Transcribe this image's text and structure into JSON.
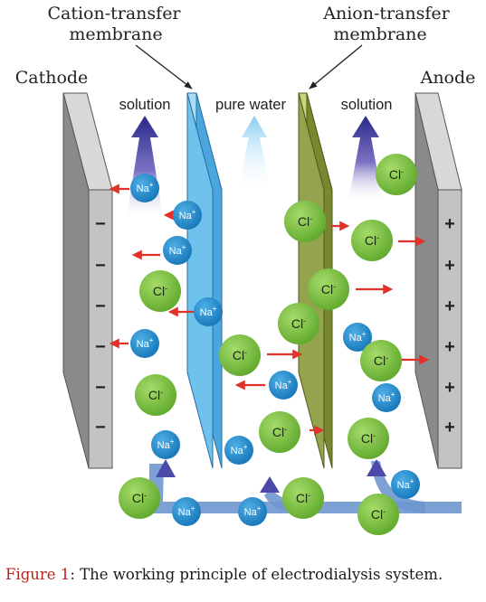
{
  "labels": {
    "cation_membrane_line1": "Cation-transfer",
    "cation_membrane_line2": "membrane",
    "anion_membrane_line1": "Anion-transfer",
    "anion_membrane_line2": "membrane",
    "cathode": "Cathode",
    "anode": "Anode",
    "solution_left": "solution",
    "pure_water": "pure water",
    "solution_right": "solution",
    "cathode_sign": "−",
    "anode_sign": "+"
  },
  "ions": {
    "na_base": "Na",
    "na_charge": "+",
    "cl_base": "Cl",
    "cl_charge": "-"
  },
  "caption": {
    "figure_label": "Figure 1",
    "separator": ": ",
    "text": "The working principle of electrodialysis system."
  },
  "colors": {
    "na_ion": "#1f86c9",
    "cl_ion": "#7dc242",
    "cation_membrane": "#6ec2ec",
    "anion_membrane": "#93a34e",
    "electrode": "#b9b9b9",
    "arrow_red": "#e0322a",
    "arrow_purple": "#2a2a8a",
    "arrow_lightblue": "#8fd3f4",
    "flow_blue": "#6f97cf"
  }
}
